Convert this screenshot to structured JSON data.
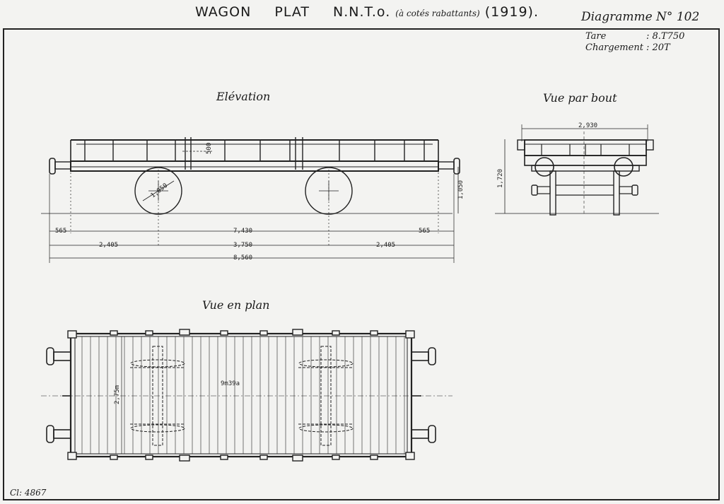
{
  "header": {
    "word1": "WAGON",
    "word2": "PLAT",
    "code": "N.N.T.o.",
    "note": "(à cotés rabattants)",
    "year": "(1919).",
    "diagram": "Diagramme N° 102"
  },
  "specs": {
    "tare_label": "Tare",
    "tare_value": ": 8.T750",
    "charge_label": "Chargement",
    "charge_value": ": 20T"
  },
  "views": {
    "elevation": "Elévation",
    "end_view": "Vue par bout",
    "plan_view": "Vue en plan"
  },
  "dimensions": {
    "overhang_left": "565",
    "body_length": "7,430",
    "overhang_right": "565",
    "axle_left": "2,405",
    "wheelbase": "3,750",
    "axle_right": "2,405",
    "total_length": "8,560",
    "wheel_diameter": "1,050",
    "side_height": "500",
    "floor_height": "1,050",
    "end_width": "2,930",
    "end_height": "1,720",
    "plan_width": "2,75m",
    "plan_area": "9m39a"
  },
  "footer": {
    "ref": "Cl: 4867"
  }
}
